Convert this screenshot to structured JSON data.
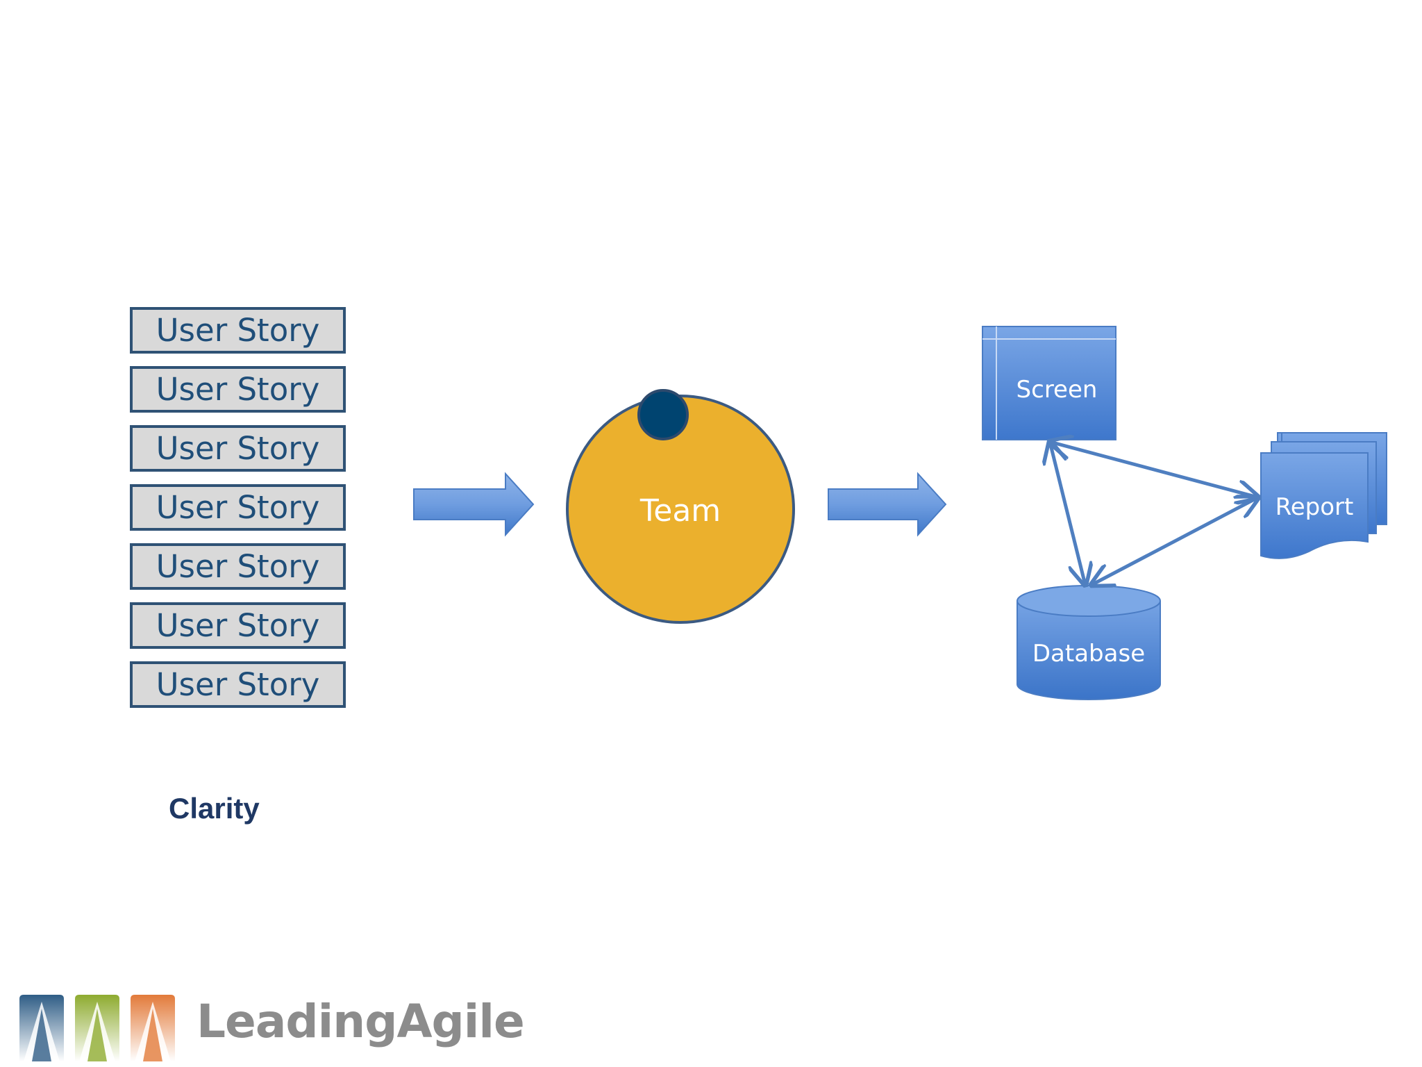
{
  "backlog": {
    "items": [
      {
        "label": "User Story"
      },
      {
        "label": "User Story"
      },
      {
        "label": "User Story"
      },
      {
        "label": "User Story"
      },
      {
        "label": "User Story"
      },
      {
        "label": "User Story"
      },
      {
        "label": "User Story"
      }
    ]
  },
  "caption": "Clarity",
  "team": {
    "label": "Team",
    "fill": "#ebb02d",
    "marker_color": "#004470"
  },
  "system": {
    "screen_label": "Screen",
    "report_label": "Report",
    "database_label": "Database",
    "shape_color": "#5b8ed6"
  },
  "logo": {
    "text": "LeadingAgile"
  }
}
